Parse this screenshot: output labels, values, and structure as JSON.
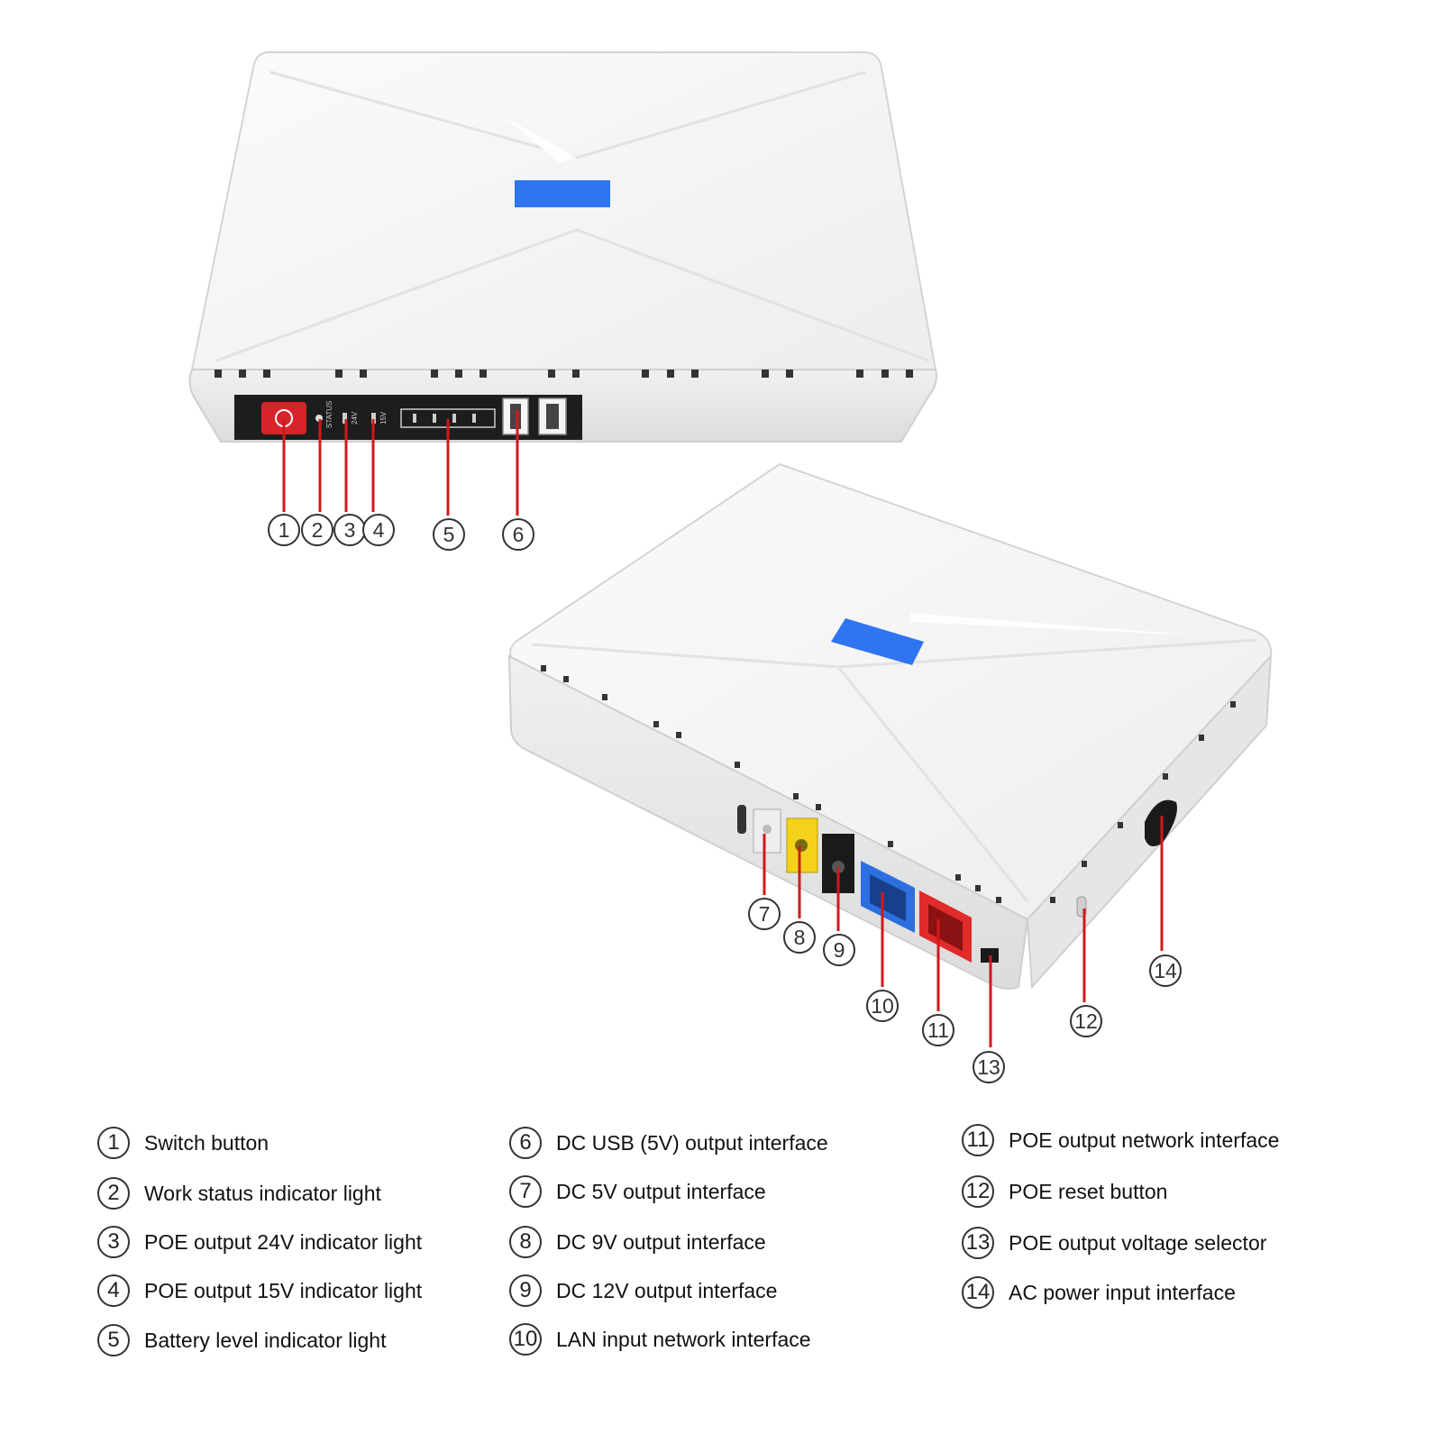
{
  "callouts": [
    {
      "num": "1",
      "label": "Switch button"
    },
    {
      "num": "2",
      "label": "Work status indicator light"
    },
    {
      "num": "3",
      "label": "POE output 24V indicator light"
    },
    {
      "num": "4",
      "label": "POE output 15V indicator light"
    },
    {
      "num": "5",
      "label": "Battery level indicator light"
    },
    {
      "num": "6",
      "label": "DC USB (5V) output interface"
    },
    {
      "num": "7",
      "label": "DC 5V output interface"
    },
    {
      "num": "8",
      "label": "DC 9V output interface"
    },
    {
      "num": "9",
      "label": "DC 12V output interface"
    },
    {
      "num": "10",
      "label": "LAN input network interface"
    },
    {
      "num": "11",
      "label": "POE output network interface"
    },
    {
      "num": "12",
      "label": "POE reset button"
    },
    {
      "num": "13",
      "label": "POE output voltage selector"
    },
    {
      "num": "14",
      "label": "AC power input interface"
    }
  ],
  "panel_labels": {
    "status": "STATUS",
    "v24": "24V",
    "v15": "15V"
  },
  "colors": {
    "leader": "#d01a1a",
    "accent_blue": "#2f74f0",
    "power_red": "#d8232a",
    "lan_blue": "#2c6fe0",
    "poe_red": "#e12a2a",
    "dc_yellow": "#f4d21c",
    "case_white": "#f4f4f4"
  }
}
